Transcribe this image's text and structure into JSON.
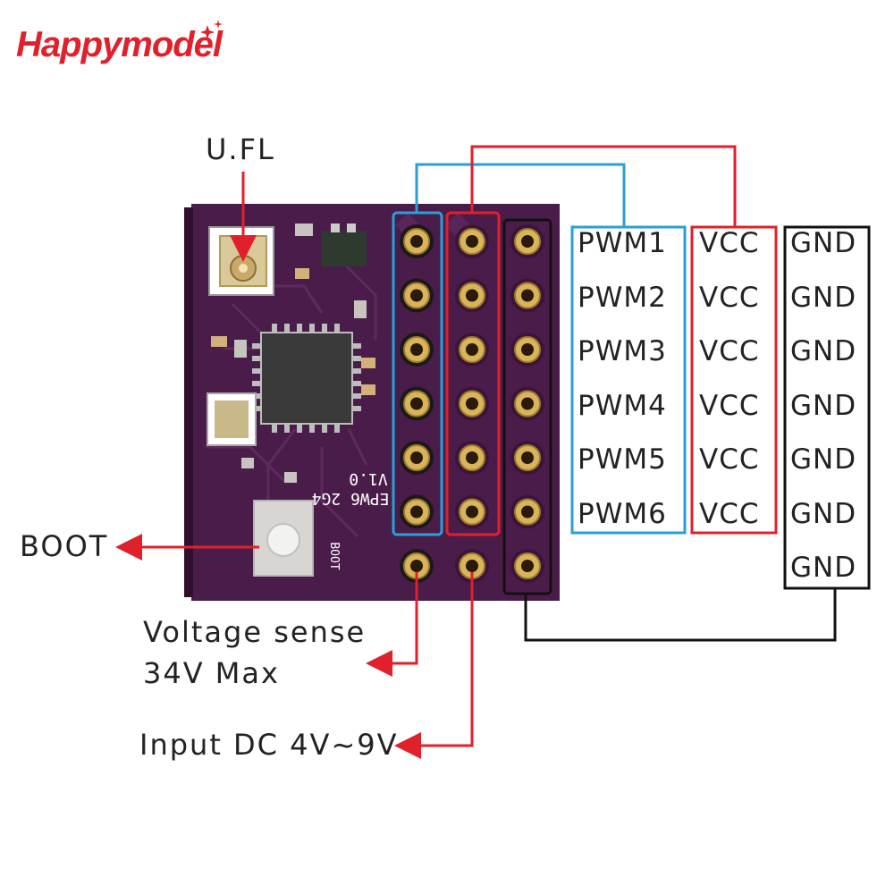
{
  "brand": {
    "name": "Happymodel",
    "color": "#e0202a"
  },
  "labels": {
    "ufl": "U.FL",
    "boot": "BOOT",
    "voltage_sense_line1": "Voltage sense",
    "voltage_sense_line2": "34V Max",
    "input_dc": "Input DC 4V~9V"
  },
  "board": {
    "silkscreen_name": "EPW6 2G4",
    "silkscreen_version": "V1.0",
    "silkscreen_boot": "BOOT",
    "color": "#4a1c4a"
  },
  "pin_columns": [
    {
      "name": "pwm",
      "color": "#2a9fd6",
      "labels": [
        "PWM1",
        "PWM2",
        "PWM3",
        "PWM4",
        "PWM5",
        "PWM6"
      ]
    },
    {
      "name": "vcc",
      "color": "#e0202a",
      "labels": [
        "VCC",
        "VCC",
        "VCC",
        "VCC",
        "VCC",
        "VCC"
      ]
    },
    {
      "name": "gnd",
      "color": "#111111",
      "labels": [
        "GND",
        "GND",
        "GND",
        "GND",
        "GND",
        "GND",
        "GND"
      ]
    }
  ],
  "arrow_color": "#e0202a"
}
